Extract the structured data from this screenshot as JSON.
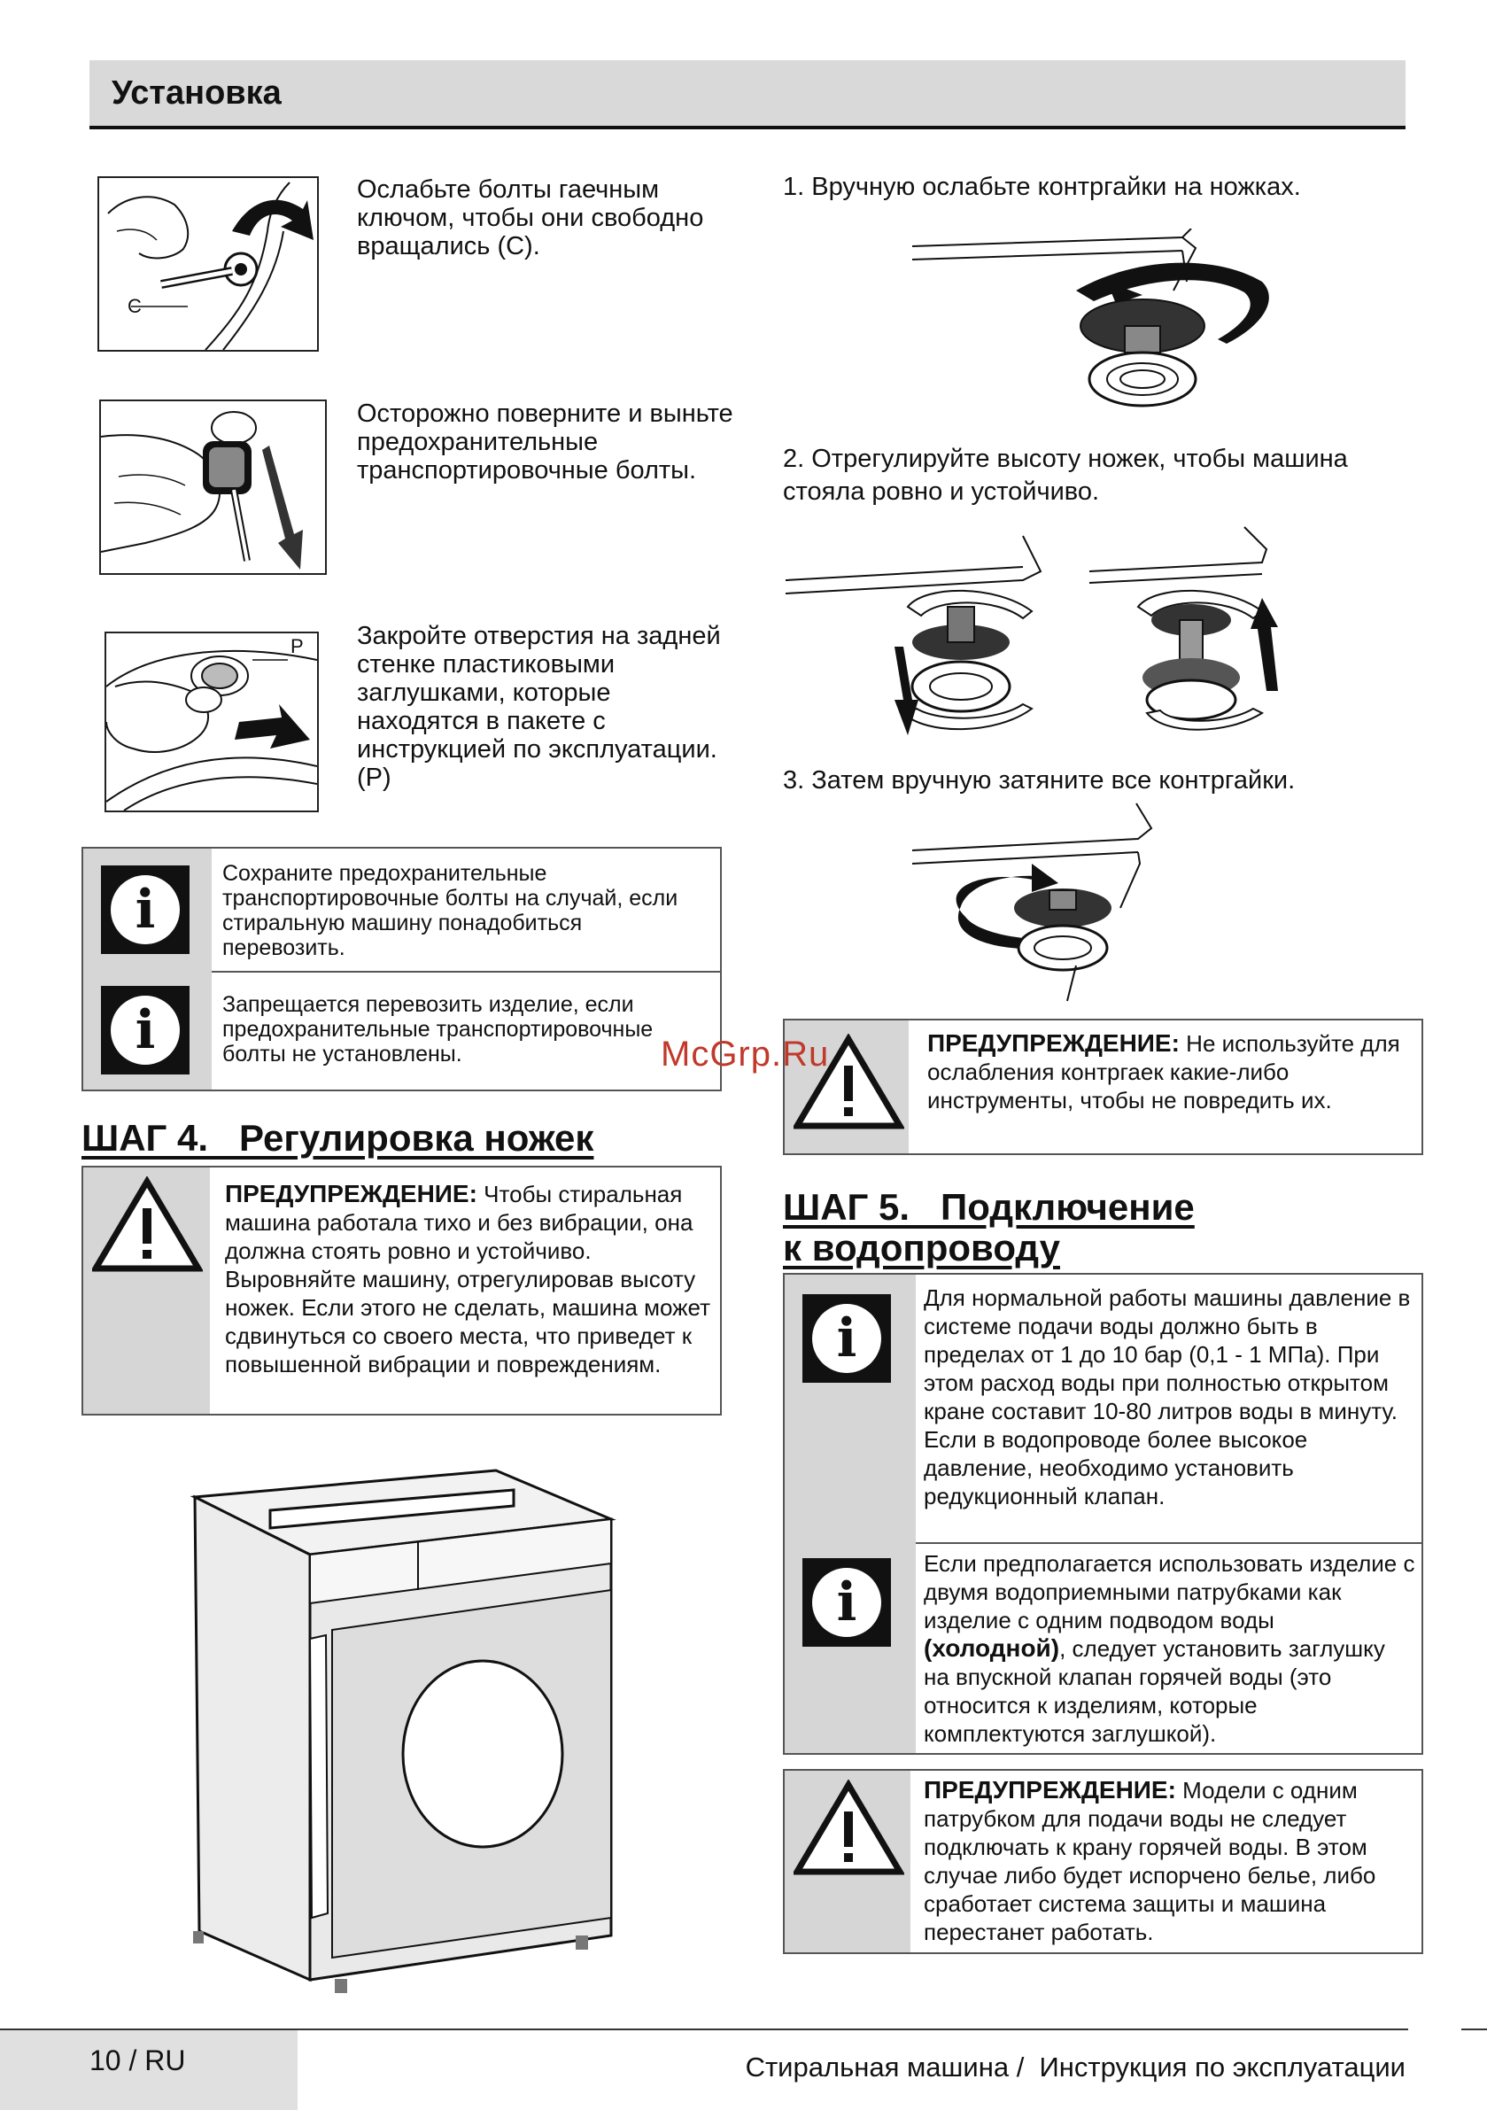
{
  "header": {
    "title": "Установка"
  },
  "left": {
    "steps": [
      {
        "text": "Ослабьте болты гаечным ключом, чтобы они свободно вращались (C).",
        "label": "C"
      },
      {
        "text": "Осторожно поверните и выньте предохранительные транспортировочные болты."
      },
      {
        "text": "Закройте отверстия на задней стенке пластиковыми заглушками, которые находятся в пакете с инструкцией по эксплуатации. (P)",
        "label": "P"
      }
    ],
    "info_notes": [
      "Сохраните предохранительные транспортировочные болты на случай, если стиральную машину понадобиться перевозить.",
      "Запрещается перевозить изделие, если предохранительные транспортировочные болты не установлены."
    ],
    "step4": {
      "title": "ШАГ 4.   Регулировка ножек",
      "warning_head": "ПРЕДУПРЕЖДЕНИЕ:",
      "warning_text": "Чтобы стиральная машина работала тихо и без вибрации, она должна стоять ровно и устойчиво. Выровняйте машину, отрегулировав высоту ножек. Если этого не сделать, машина может сдвинуться со своего места, что приведет к повышенной вибрации и повреждениям."
    }
  },
  "right": {
    "steps": [
      "1. Вручную ослабьте контргайки на ножках.",
      "2. Отрегулируйте высоту ножек, чтобы машина стояла ровно и устойчиво.",
      "3. Затем вручную затяните все контргайки."
    ],
    "warning1": {
      "head": "ПРЕДУПРЕЖДЕНИЕ:",
      "text": "Не используйте для ослабления контргаек какие-либо инструменты, чтобы не повредить их."
    },
    "step5": {
      "title_line1": "ШАГ 5.   Подключение",
      "title_line2": "к водопроводу",
      "info1": "Для нормальной работы машины давление в системе подачи воды должно быть в пределах от 1 до 10 бар (0,1 - 1 МПа). При этом расход воды при полностью открытом кране составит 10-80 литров воды в минуту. Если в водопроводе более высокое давление, необходимо установить редукционный клапан.",
      "info2_a": "Если предполагается использовать изделие с двумя водоприемными патрубками как изделие с одним подводом воды ",
      "info2_bold": "(холодной)",
      "info2_b": ", следует установить заглушку на впускной клапан горячей воды (это относится к изделиям, которые комплектуются заглушкой).",
      "warning_head": "ПРЕДУПРЕЖДЕНИЕ:",
      "warning_text": "Модели с одним патрубком для подачи воды не следует подключать к крану горячей воды. В этом случае либо будет испорчено белье, либо сработает система защиты и машина перестанет работать."
    }
  },
  "watermark": "McGrp.Ru",
  "footer": {
    "page": "10 / RU",
    "title": "Стиральная машина /  Инструкция по эксплуатации"
  }
}
